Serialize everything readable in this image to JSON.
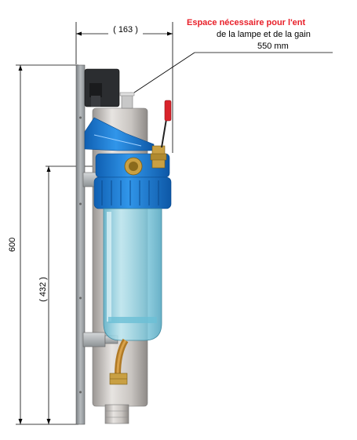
{
  "dimensions": {
    "width_top": "( 163 )",
    "height_total": "600",
    "height_partial": "( 432 )"
  },
  "note": {
    "line1": "Espace nécessaire pour l'ent",
    "line2": "de la lampe et de la gain",
    "line3": "550 mm"
  },
  "colors": {
    "plate": "#a9adb0",
    "filter_blue": "#1f7fd6",
    "bowl": "#8fd0e0",
    "note_red": "#e8202a"
  }
}
